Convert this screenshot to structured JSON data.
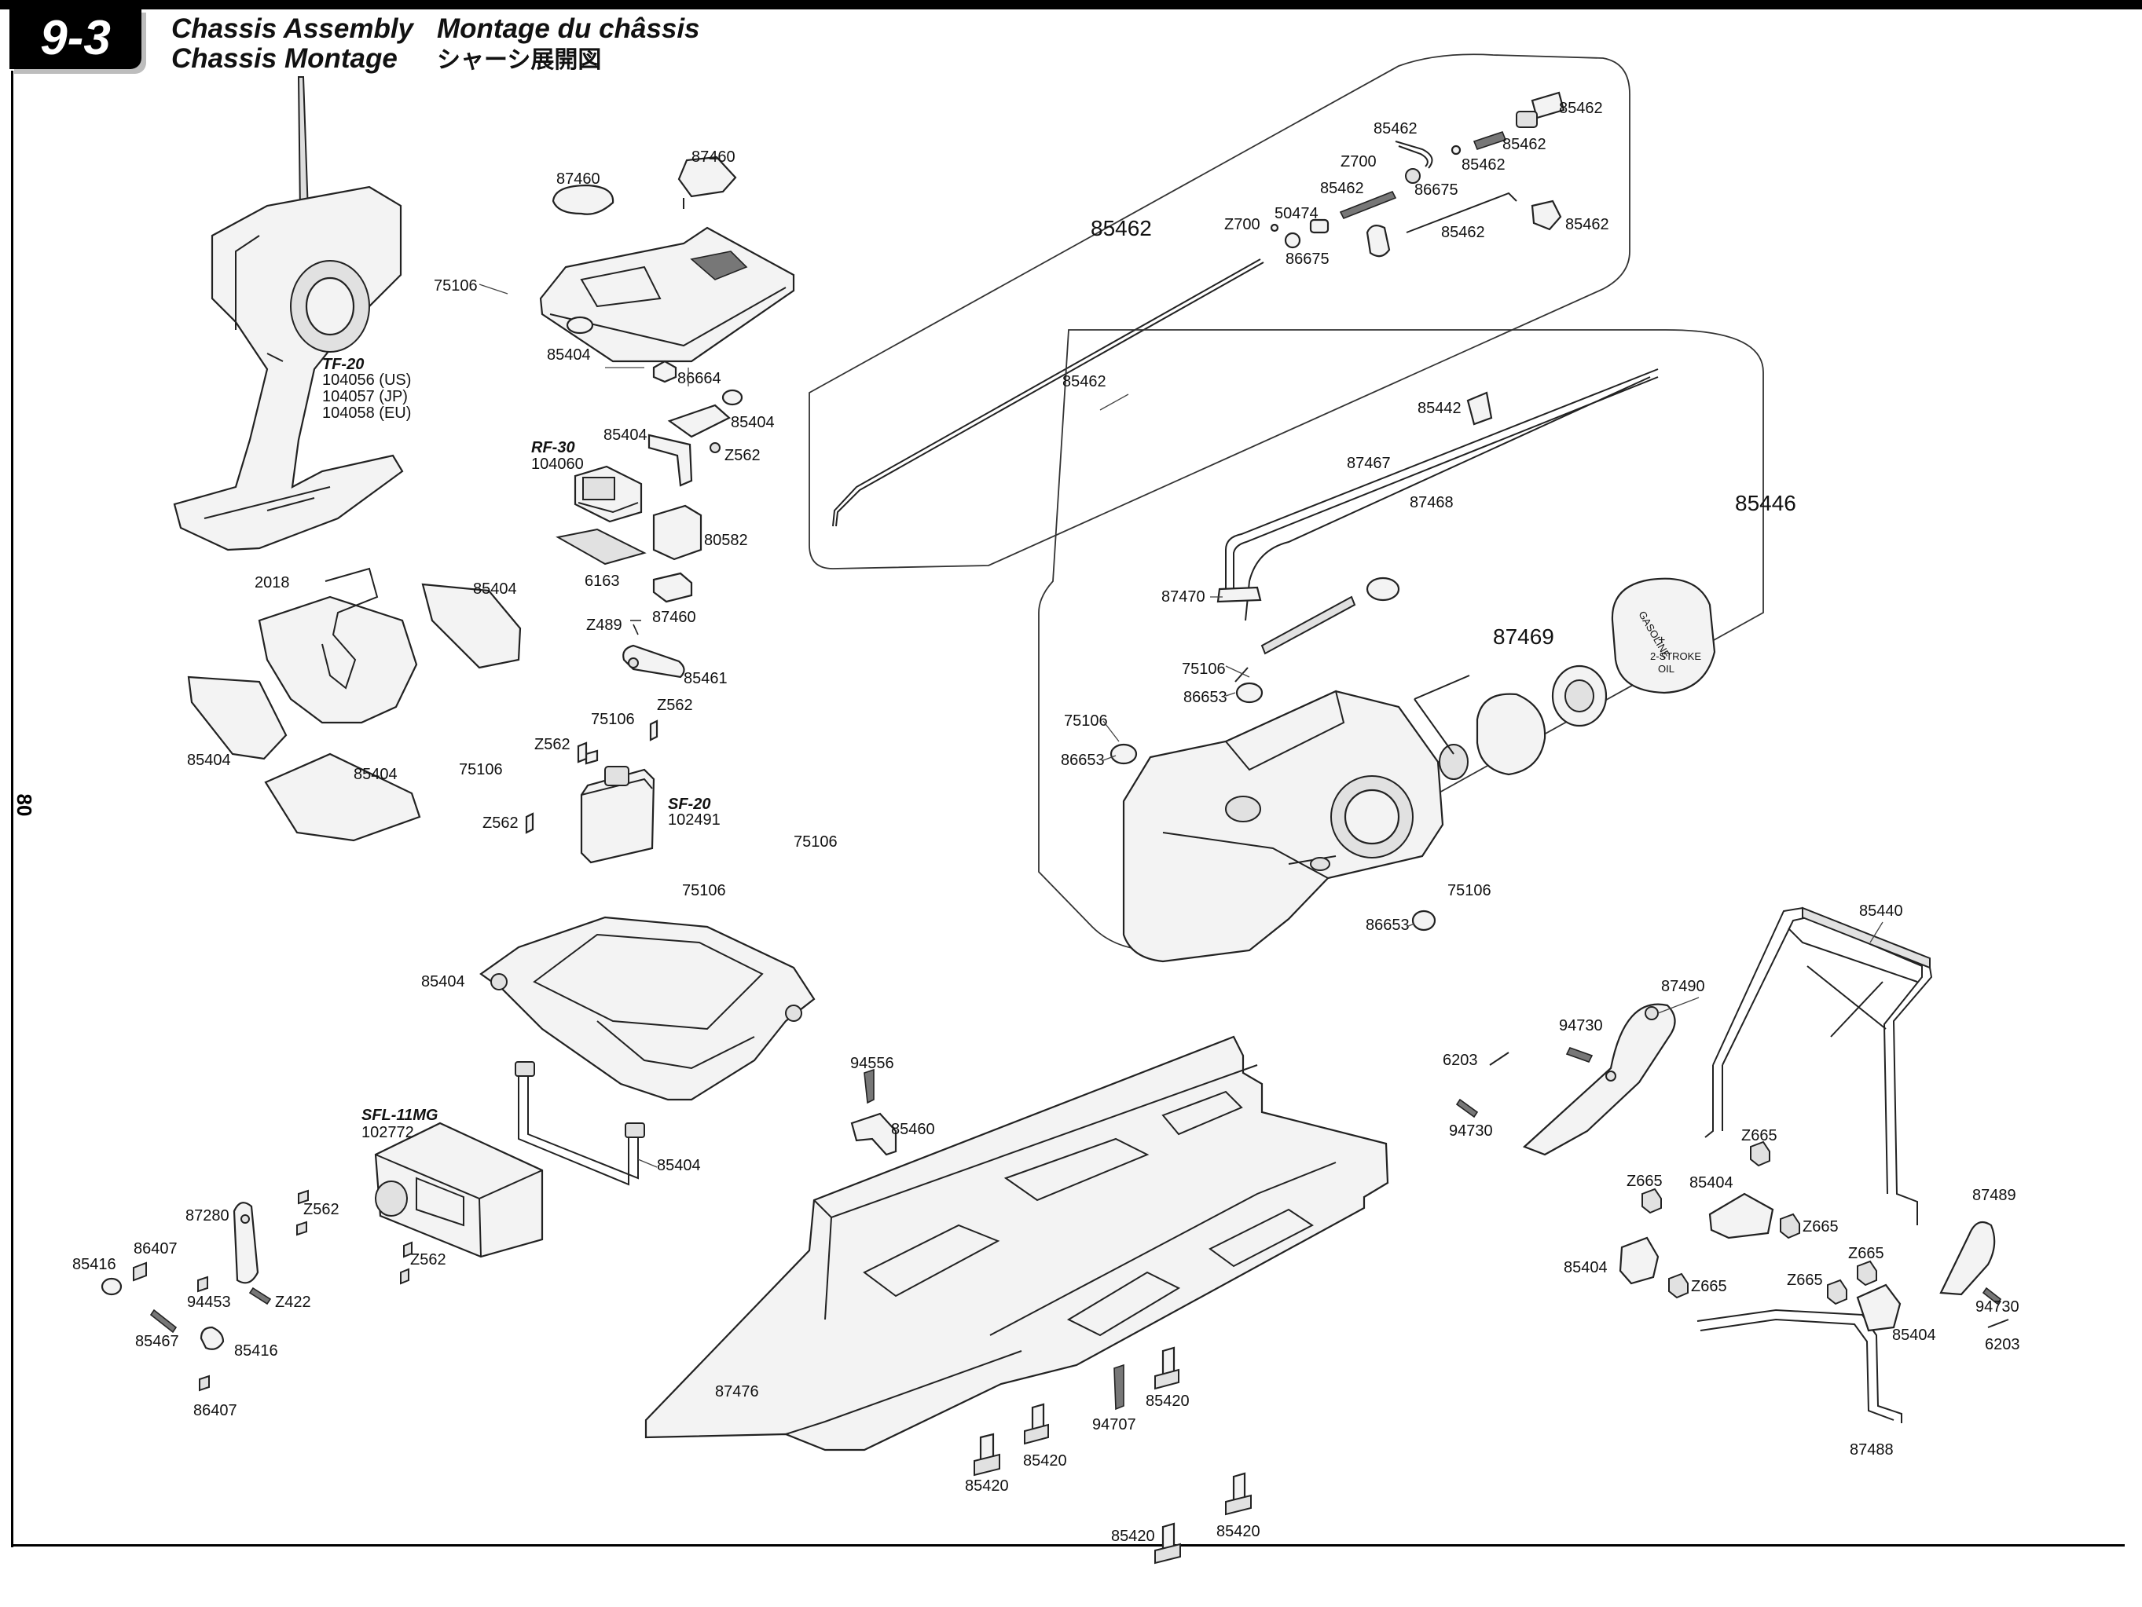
{
  "header": {
    "section": "9-3",
    "title_en": "Chassis Assembly",
    "title_fr": "Montage du châssis",
    "title_de": "Chassis Montage",
    "title_jp": "シャーシ展開図"
  },
  "page_number": "80",
  "labels": {
    "tx_model": "TF-20",
    "tx_us": "104056 (US)",
    "tx_jp": "104057 (JP)",
    "tx_eu": "104058 (EU)",
    "rx_model": "RF-30",
    "rx_num": "104060",
    "servo_model": "SF-20",
    "servo_num": "102491",
    "sfl_model": "SFL-11MG",
    "sfl_num": "102772",
    "p87460a": "87460",
    "p87460b": "87460",
    "p87460c": "87460",
    "p75106a": "75106",
    "p75106b": "75106",
    "p75106c": "75106",
    "p75106d": "75106",
    "p75106e": "75106",
    "p75106f": "75106",
    "p75106g": "75106",
    "p75106h": "75106",
    "p85404a": "85404",
    "p85404b": "85404",
    "p85404c": "85404",
    "p85404d": "85404",
    "p85404e": "85404",
    "p85404f": "85404",
    "p85404g": "85404",
    "p85404h": "85404",
    "p85404i": "85404",
    "p85404j": "85404",
    "p85404k": "85404",
    "p86664": "86664",
    "pZ562a": "Z562",
    "pZ562b": "Z562",
    "pZ562c": "Z562",
    "pZ562d": "Z562",
    "pZ562e": "Z562",
    "pZ562f": "Z562",
    "p80582": "80582",
    "p6163": "6163",
    "pZ489": "Z489",
    "p85461": "85461",
    "p2018": "2018",
    "p85462a": "85462",
    "p85462b": "85462",
    "p85462c": "85462",
    "p85462d": "85462",
    "p85462e": "85462",
    "p85462f": "85462",
    "p85462g": "85462",
    "p85462h": "85462",
    "p85462big": "85462",
    "pZ700a": "Z700",
    "pZ700b": "Z700",
    "p50474": "50474",
    "p86675a": "86675",
    "p86675b": "86675",
    "p85442": "85442",
    "p87467": "87467",
    "p87468": "87468",
    "p85446": "85446",
    "p87470": "87470",
    "p87469": "87469",
    "p86653a": "86653",
    "p86653b": "86653",
    "p86653c": "86653",
    "p85440": "85440",
    "p87490": "87490",
    "p94730a": "94730",
    "p94730b": "94730",
    "p94730c": "94730",
    "p6203a": "6203",
    "p6203b": "6203",
    "pZ665a": "Z665",
    "pZ665b": "Z665",
    "pZ665c": "Z665",
    "pZ665d": "Z665",
    "pZ665e": "Z665",
    "pZ665f": "Z665",
    "p87489": "87489",
    "p87488": "87488",
    "p94556": "94556",
    "p85460": "85460",
    "p87476": "87476",
    "p94707": "94707",
    "p85420a": "85420",
    "p85420b": "85420",
    "p85420c": "85420",
    "p85420d": "85420",
    "p85420e": "85420",
    "p87280": "87280",
    "p86407a": "86407",
    "p86407b": "86407",
    "p85416a": "85416",
    "p85416b": "85416",
    "p94453": "94453",
    "pZ422": "Z422",
    "p85467": "85467",
    "tank_text1": "GASOLINE",
    "tank_text2": "+",
    "tank_text3": "2-STROKE",
    "tank_text4": "OIL"
  }
}
